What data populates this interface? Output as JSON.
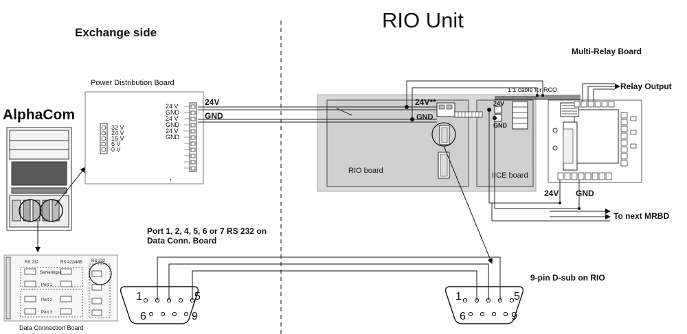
{
  "titles": {
    "rio_unit": "RIO Unit",
    "exchange_side": "Exchange side",
    "alphacom": "AlphaCom"
  },
  "boards": {
    "power_distribution": "Power Distribution Board",
    "data_connection": "Data Connection Board",
    "rio": "RIO board",
    "iice": "IICE board",
    "multi_relay": "Multi-Relay Board"
  },
  "power_board": {
    "left_terminals": [
      "32 V",
      "24 V",
      "15 V",
      "6 V",
      "0 V"
    ],
    "right_terminals": [
      "24 V",
      "GND",
      "24 V",
      "GND",
      "24 V",
      "GND"
    ]
  },
  "wires": {
    "pdb_24v": "24V",
    "pdb_gnd": "GND",
    "rio_24v": "24V**",
    "rio_gnd": "GND",
    "iice_24v": "24V",
    "iice_gnd": "GND",
    "mrb_24v": "24V",
    "mrb_gnd": "GND"
  },
  "annotations": {
    "cable_rco": "1:1 cable for RCO",
    "relay_output": "Relay Output",
    "to_next": "To next MRBD",
    "port_line1": "Port 1, 2,  4, 5, 6 or 7 RS 232 on",
    "port_line2": "Data Conn. Board",
    "dsub": "9-pin D-sub on RIO"
  },
  "connector_left": {
    "top_left": "1",
    "top_right": "5",
    "bottom_left": "6",
    "bottom_right": "9"
  },
  "connector_right": {
    "top_left": "1",
    "top_right": "5",
    "bottom_left": "6",
    "bottom_right": "9"
  },
  "data_conn_board": {
    "rs232": "RS 232",
    "rs422": "RS 422/485",
    "rs232b": "RS 232",
    "rows": [
      "Serveringsk",
      "Port 1",
      "Port 2",
      "Port 3"
    ]
  }
}
